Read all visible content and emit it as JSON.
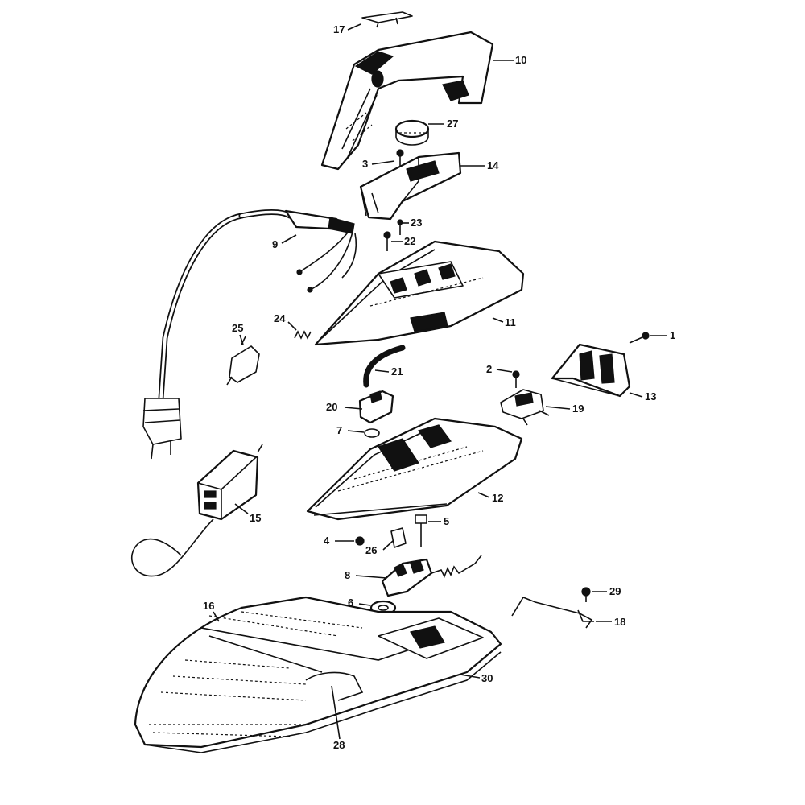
{
  "diagram": {
    "callouts": [
      {
        "id": "p17",
        "text": "17"
      },
      {
        "id": "p10",
        "text": "10"
      },
      {
        "id": "p27",
        "text": "27"
      },
      {
        "id": "p3",
        "text": "3"
      },
      {
        "id": "p14",
        "text": "14"
      },
      {
        "id": "p23",
        "text": "23"
      },
      {
        "id": "p22",
        "text": "22"
      },
      {
        "id": "p9",
        "text": "9"
      },
      {
        "id": "p11",
        "text": "11"
      },
      {
        "id": "p24",
        "text": "24"
      },
      {
        "id": "p25",
        "text": "25"
      },
      {
        "id": "p1",
        "text": "1"
      },
      {
        "id": "p21",
        "text": "21"
      },
      {
        "id": "p2",
        "text": "2"
      },
      {
        "id": "p13",
        "text": "13"
      },
      {
        "id": "p19",
        "text": "19"
      },
      {
        "id": "p20",
        "text": "20"
      },
      {
        "id": "p7",
        "text": "7"
      },
      {
        "id": "p12",
        "text": "12"
      },
      {
        "id": "p15",
        "text": "15"
      },
      {
        "id": "p5",
        "text": "5"
      },
      {
        "id": "p4",
        "text": "4"
      },
      {
        "id": "p26",
        "text": "26"
      },
      {
        "id": "p8",
        "text": "8"
      },
      {
        "id": "p29",
        "text": "29"
      },
      {
        "id": "p6",
        "text": "6"
      },
      {
        "id": "p18",
        "text": "18"
      },
      {
        "id": "p16",
        "text": "16"
      },
      {
        "id": "p30",
        "text": "30"
      },
      {
        "id": "p28",
        "text": "28"
      }
    ]
  }
}
